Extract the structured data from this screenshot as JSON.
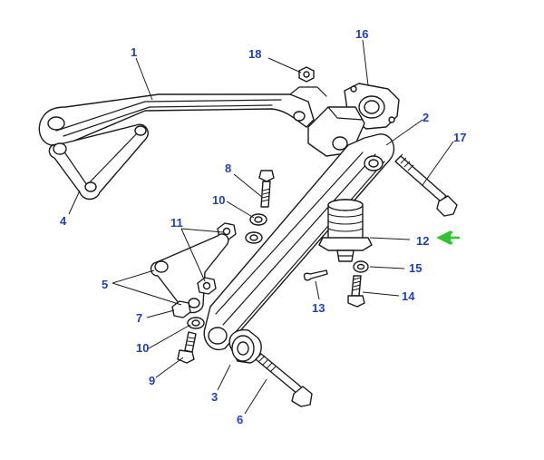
{
  "colors": {
    "callout": "#1f3fbf",
    "line": "#1a1a1a",
    "arrow": "#2fc42f"
  },
  "callouts": [
    {
      "id": "c1",
      "label": "1"
    },
    {
      "id": "c2",
      "label": "2"
    },
    {
      "id": "c3",
      "label": "3"
    },
    {
      "id": "c4",
      "label": "4"
    },
    {
      "id": "c5",
      "label": "5"
    },
    {
      "id": "c6",
      "label": "6"
    },
    {
      "id": "c7",
      "label": "7"
    },
    {
      "id": "c8",
      "label": "8"
    },
    {
      "id": "c9",
      "label": "9"
    },
    {
      "id": "c10a",
      "label": "10"
    },
    {
      "id": "c10b",
      "label": "10"
    },
    {
      "id": "c11",
      "label": "11"
    },
    {
      "id": "c12",
      "label": "12"
    },
    {
      "id": "c13",
      "label": "13"
    },
    {
      "id": "c14",
      "label": "14"
    },
    {
      "id": "c15",
      "label": "15"
    },
    {
      "id": "c16",
      "label": "16"
    },
    {
      "id": "c17",
      "label": "17"
    },
    {
      "id": "c18",
      "label": "18"
    }
  ],
  "highlight": {
    "target": "12",
    "icon": "arrow-left-icon"
  }
}
